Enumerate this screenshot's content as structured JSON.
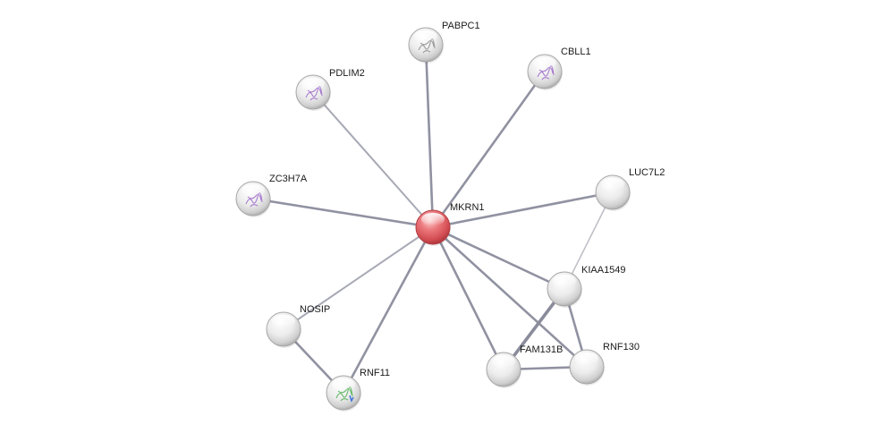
{
  "network": {
    "colors": {
      "query_node": "#d9545a",
      "neighbor_node": "#e8e8e8",
      "edge": "#8a8c9c",
      "structure_purple": "#9a66c8",
      "structure_green": "#4caf50",
      "structure_blue": "#3b6fd8"
    },
    "nodes": [
      {
        "id": "MKRN1",
        "label": "MKRN1",
        "role": "query"
      },
      {
        "id": "PABPC1",
        "label": "PABPC1",
        "role": "neighbor",
        "structure_icon": "gray-structure-icon"
      },
      {
        "id": "CBLL1",
        "label": "CBLL1",
        "role": "neighbor",
        "structure_icon": "purple-structure-icon"
      },
      {
        "id": "PDLIM2",
        "label": "PDLIM2",
        "role": "neighbor",
        "structure_icon": "purple-structure-icon"
      },
      {
        "id": "ZC3H7A",
        "label": "ZC3H7A",
        "role": "neighbor",
        "structure_icon": "purple-structure-icon"
      },
      {
        "id": "LUC7L2",
        "label": "LUC7L2",
        "role": "neighbor"
      },
      {
        "id": "KIAA1549",
        "label": "KIAA1549",
        "role": "neighbor"
      },
      {
        "id": "NOSIP",
        "label": "NOSIP",
        "role": "neighbor"
      },
      {
        "id": "RNF11",
        "label": "RNF11",
        "role": "neighbor",
        "structure_icon": "green-structure-icon"
      },
      {
        "id": "FAM131B",
        "label": "FAM131B",
        "role": "neighbor"
      },
      {
        "id": "RNF130",
        "label": "RNF130",
        "role": "neighbor"
      }
    ],
    "edges": [
      {
        "source": "MKRN1",
        "target": "PABPC1",
        "weight": "strong"
      },
      {
        "source": "MKRN1",
        "target": "CBLL1",
        "weight": "strong"
      },
      {
        "source": "MKRN1",
        "target": "PDLIM2",
        "weight": "weak"
      },
      {
        "source": "MKRN1",
        "target": "ZC3H7A",
        "weight": "strong"
      },
      {
        "source": "MKRN1",
        "target": "LUC7L2",
        "weight": "strong"
      },
      {
        "source": "MKRN1",
        "target": "KIAA1549",
        "weight": "strong"
      },
      {
        "source": "MKRN1",
        "target": "NOSIP",
        "weight": "weak"
      },
      {
        "source": "MKRN1",
        "target": "RNF11",
        "weight": "strong"
      },
      {
        "source": "MKRN1",
        "target": "FAM131B",
        "weight": "strong"
      },
      {
        "source": "MKRN1",
        "target": "RNF130",
        "weight": "strong"
      },
      {
        "source": "LUC7L2",
        "target": "KIAA1549",
        "weight": "faint"
      },
      {
        "source": "KIAA1549",
        "target": "FAM131B",
        "weight": "heavy"
      },
      {
        "source": "KIAA1549",
        "target": "RNF130",
        "weight": "strong"
      },
      {
        "source": "FAM131B",
        "target": "RNF130",
        "weight": "strong"
      },
      {
        "source": "NOSIP",
        "target": "RNF11",
        "weight": "strong"
      }
    ]
  }
}
